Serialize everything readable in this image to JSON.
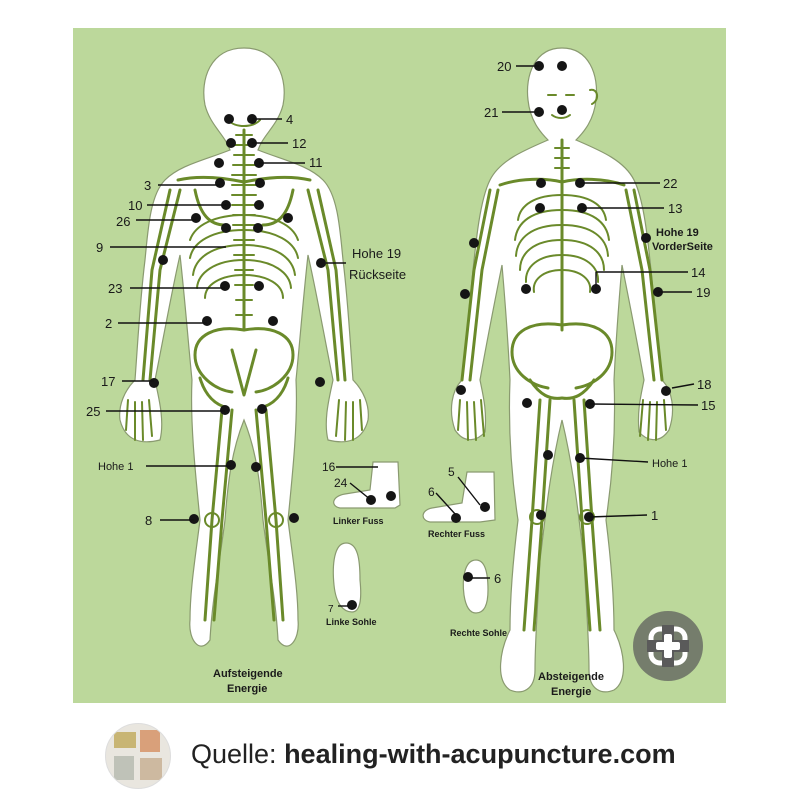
{
  "labels": {
    "back_4": "4",
    "back_12": "12",
    "back_11": "11",
    "back_3": "3",
    "back_10": "10",
    "back_26": "26",
    "back_9": "9",
    "back_hohe19": "Hohe 19",
    "back_rueckseite": "Rückseite",
    "back_23": "23",
    "back_2": "2",
    "back_17": "17",
    "back_25": "25",
    "back_hohe1": "Hohe 1",
    "back_8": "8",
    "foot_16": "16",
    "foot_24": "24",
    "foot_linker": "Linker Fuss",
    "foot_5": "5",
    "foot_6a": "6",
    "foot_rechter": "Rechter Fuss",
    "foot_7": "7",
    "foot_linke_sohle": "Linke Sohle",
    "foot_6b": "6",
    "foot_rechte_sohle": "Rechte Sohle",
    "front_20": "20",
    "front_21": "21",
    "front_22": "22",
    "front_13": "13",
    "front_hohe19": "Hohe 19",
    "front_vorderseite": "VorderSeite",
    "front_14": "14",
    "front_19": "19",
    "front_18": "18",
    "front_15": "15",
    "front_hohe1": "Hohe 1",
    "front_1": "1",
    "asc_1": "Aufsteigende",
    "asc_2": "Energie",
    "desc_1": "Absteigende",
    "desc_2": "Energie"
  },
  "footer": {
    "source_prefix": "Quelle: ",
    "source_site": "healing-with-acupuncture.com"
  },
  "icons": {
    "zoom": "zoom-in-icon",
    "avatar": "source-thumbnail"
  },
  "colors": {
    "background": "#bcd89b",
    "skeleton": "#6a8a2a",
    "point": "#151515"
  }
}
